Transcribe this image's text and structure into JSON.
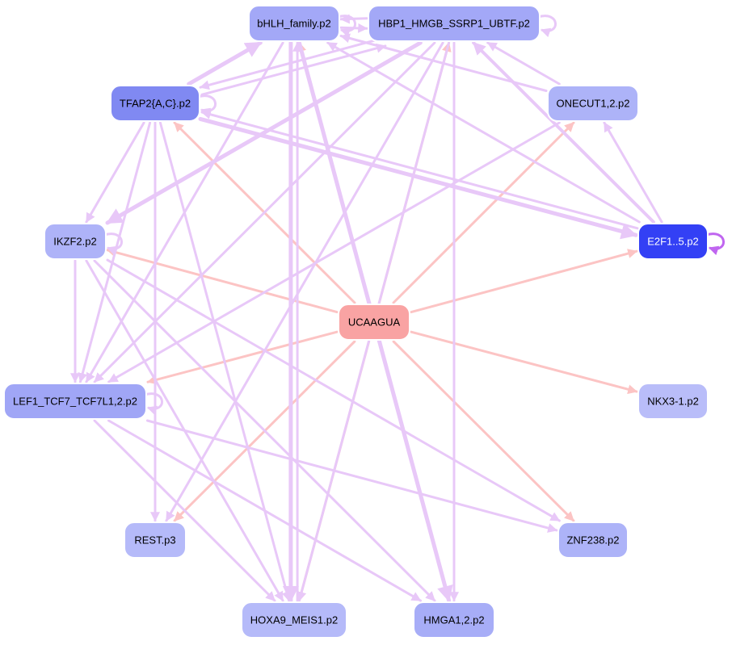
{
  "diagram": {
    "nodes": [
      {
        "id": "bhlh",
        "label": "bHLH_family.p2",
        "fill": "#a3a8f7",
        "text_color": "#000000"
      },
      {
        "id": "hbp1",
        "label": "HBP1_HMGB_SSRP1_UBTF.p2",
        "fill": "#a3a8f7",
        "text_color": "#000000"
      },
      {
        "id": "tfap2",
        "label": "TFAP2{A,C}.p2",
        "fill": "#8089f2",
        "text_color": "#000000"
      },
      {
        "id": "onecut",
        "label": "ONECUT1,2.p2",
        "fill": "#adb3f8",
        "text_color": "#000000"
      },
      {
        "id": "ikzf2",
        "label": "IKZF2.p2",
        "fill": "#aeb3f8",
        "text_color": "#000000"
      },
      {
        "id": "e2f",
        "label": "E2F1..5.p2",
        "fill": "#3340f5",
        "text_color": "#ffffff"
      },
      {
        "id": "ucaagua",
        "label": "UCAAGUA",
        "fill": "#f9a3a3",
        "text_color": "#000000"
      },
      {
        "id": "lef1",
        "label": "LEF1_TCF7_TCF7L1,2.p2",
        "fill": "#a0a6f6",
        "text_color": "#000000"
      },
      {
        "id": "nkx3",
        "label": "NKX3-1.p2",
        "fill": "#b9bdf9",
        "text_color": "#000000"
      },
      {
        "id": "rest",
        "label": "REST.p3",
        "fill": "#b5baf9",
        "text_color": "#000000"
      },
      {
        "id": "znf238",
        "label": "ZNF238.p2",
        "fill": "#adb3f8",
        "text_color": "#000000"
      },
      {
        "id": "hoxa9",
        "label": "HOXA9_MEIS1.p2",
        "fill": "#b5baf9",
        "text_color": "#000000"
      },
      {
        "id": "hmga1",
        "label": "HMGA1,2.p2",
        "fill": "#a7adf7",
        "text_color": "#000000"
      }
    ],
    "edge_colors": {
      "mirna": "#fcc4c4",
      "tf": "#e8c8f8",
      "tf_strong": "#c066f0"
    },
    "edges": [
      {
        "from": "ucaagua",
        "to": "bhlh",
        "kind": "mirna",
        "weight": 3
      },
      {
        "from": "ucaagua",
        "to": "hbp1",
        "kind": "mirna",
        "weight": 3
      },
      {
        "from": "ucaagua",
        "to": "tfap2",
        "kind": "mirna",
        "weight": 3
      },
      {
        "from": "ucaagua",
        "to": "onecut",
        "kind": "mirna",
        "weight": 3
      },
      {
        "from": "ucaagua",
        "to": "ikzf2",
        "kind": "mirna",
        "weight": 3
      },
      {
        "from": "ucaagua",
        "to": "e2f",
        "kind": "mirna",
        "weight": 3
      },
      {
        "from": "ucaagua",
        "to": "lef1",
        "kind": "mirna",
        "weight": 3
      },
      {
        "from": "ucaagua",
        "to": "nkx3",
        "kind": "mirna",
        "weight": 3
      },
      {
        "from": "ucaagua",
        "to": "rest",
        "kind": "mirna",
        "weight": 3
      },
      {
        "from": "ucaagua",
        "to": "znf238",
        "kind": "mirna",
        "weight": 3
      },
      {
        "from": "ucaagua",
        "to": "hoxa9",
        "kind": "mirna",
        "weight": 3
      },
      {
        "from": "ucaagua",
        "to": "hmga1",
        "kind": "mirna",
        "weight": 3
      },
      {
        "from": "bhlh",
        "to": "hbp1",
        "kind": "tf",
        "weight": 3
      },
      {
        "from": "hbp1",
        "to": "bhlh",
        "kind": "tf",
        "weight": 3
      },
      {
        "from": "tfap2",
        "to": "bhlh",
        "kind": "tf",
        "weight": 5
      },
      {
        "from": "tfap2",
        "to": "hbp1",
        "kind": "tf",
        "weight": 3
      },
      {
        "from": "hbp1",
        "to": "tfap2",
        "kind": "tf",
        "weight": 3
      },
      {
        "from": "tfap2",
        "to": "ikzf2",
        "kind": "tf",
        "weight": 3
      },
      {
        "from": "tfap2",
        "to": "lef1",
        "kind": "tf",
        "weight": 3
      },
      {
        "from": "tfap2",
        "to": "rest",
        "kind": "tf",
        "weight": 3
      },
      {
        "from": "tfap2",
        "to": "hoxa9",
        "kind": "tf",
        "weight": 3
      },
      {
        "from": "tfap2",
        "to": "e2f",
        "kind": "tf",
        "weight": 5
      },
      {
        "from": "e2f",
        "to": "tfap2",
        "kind": "tf",
        "weight": 3
      },
      {
        "from": "e2f",
        "to": "bhlh",
        "kind": "tf",
        "weight": 3
      },
      {
        "from": "e2f",
        "to": "hbp1",
        "kind": "tf",
        "weight": 4
      },
      {
        "from": "e2f",
        "to": "onecut",
        "kind": "tf",
        "weight": 3
      },
      {
        "from": "onecut",
        "to": "bhlh",
        "kind": "tf",
        "weight": 3
      },
      {
        "from": "onecut",
        "to": "hbp1",
        "kind": "tf",
        "weight": 3
      },
      {
        "from": "onecut",
        "to": "lef1",
        "kind": "tf",
        "weight": 3
      },
      {
        "from": "ikzf2",
        "to": "lef1",
        "kind": "tf",
        "weight": 3
      },
      {
        "from": "ikzf2",
        "to": "hoxa9",
        "kind": "tf",
        "weight": 3
      },
      {
        "from": "ikzf2",
        "to": "znf238",
        "kind": "tf",
        "weight": 3
      },
      {
        "from": "ikzf2",
        "to": "hmga1",
        "kind": "tf",
        "weight": 3
      },
      {
        "from": "hbp1",
        "to": "ikzf2",
        "kind": "tf",
        "weight": 5
      },
      {
        "from": "hbp1",
        "to": "lef1",
        "kind": "tf",
        "weight": 3
      },
      {
        "from": "hbp1",
        "to": "rest",
        "kind": "tf",
        "weight": 3
      },
      {
        "from": "hbp1",
        "to": "hoxa9",
        "kind": "tf",
        "weight": 3
      },
      {
        "from": "hbp1",
        "to": "hmga1",
        "kind": "tf",
        "weight": 3
      },
      {
        "from": "bhlh",
        "to": "lef1",
        "kind": "tf",
        "weight": 3
      },
      {
        "from": "bhlh",
        "to": "hoxa9",
        "kind": "tf",
        "weight": 5
      },
      {
        "from": "bhlh",
        "to": "hmga1",
        "kind": "tf",
        "weight": 5
      },
      {
        "from": "hoxa9",
        "to": "bhlh",
        "kind": "tf",
        "weight": 3
      },
      {
        "from": "lef1",
        "to": "znf238",
        "kind": "tf",
        "weight": 3
      },
      {
        "from": "lef1",
        "to": "hoxa9",
        "kind": "tf",
        "weight": 3
      },
      {
        "from": "lef1",
        "to": "hmga1",
        "kind": "tf",
        "weight": 3
      }
    ],
    "self_loops": [
      {
        "node": "bhlh",
        "kind": "tf",
        "weight": 3
      },
      {
        "node": "hbp1",
        "kind": "tf",
        "weight": 3
      },
      {
        "node": "tfap2",
        "kind": "tf",
        "weight": 3
      },
      {
        "node": "ikzf2",
        "kind": "tf",
        "weight": 3
      },
      {
        "node": "lef1",
        "kind": "tf",
        "weight": 3
      },
      {
        "node": "e2f",
        "kind": "tf_strong",
        "weight": 3
      }
    ]
  }
}
